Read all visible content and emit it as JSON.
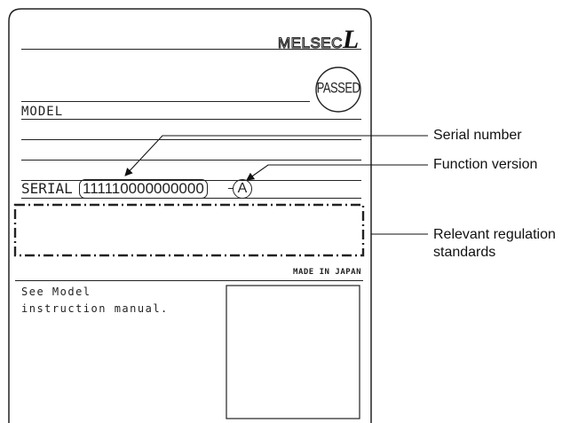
{
  "plate": {
    "brand_prefix": "MELSEC",
    "brand_suffix": "L",
    "passed_stamp": "PASSED",
    "model_label": "MODEL",
    "serial_label": "SERIAL",
    "serial_value": "111110000000000",
    "function_version": "A",
    "made_in": "MADE IN JAPAN",
    "manual_line1": "See Model",
    "manual_line2": "instruction manual."
  },
  "callouts": {
    "serial_number": "Serial number",
    "function_version": "Function version",
    "regulation_line1": "Relevant regulation",
    "regulation_line2": "standards"
  }
}
